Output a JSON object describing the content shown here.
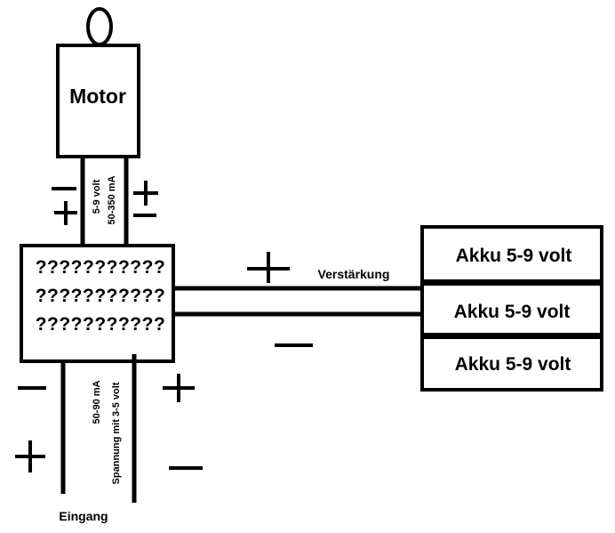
{
  "motor": {
    "label": "Motor"
  },
  "controller": {
    "lines": [
      "???????????",
      "???????????",
      "???????????"
    ]
  },
  "motor_link": {
    "voltage": "5-9 volt",
    "current": "50-350 mA"
  },
  "batteries": [
    {
      "label": "Akku 5-9 volt"
    },
    {
      "label": "Akku 5-9 volt"
    },
    {
      "label": "Akku 5-9 volt"
    }
  ],
  "amplifier": {
    "label": "Verstärkung"
  },
  "input": {
    "current": "50-90 mA",
    "voltage": "Spannung mit 3-5 volt",
    "label": "Eingang"
  },
  "signs": {
    "plus": "+",
    "minus": "−"
  }
}
